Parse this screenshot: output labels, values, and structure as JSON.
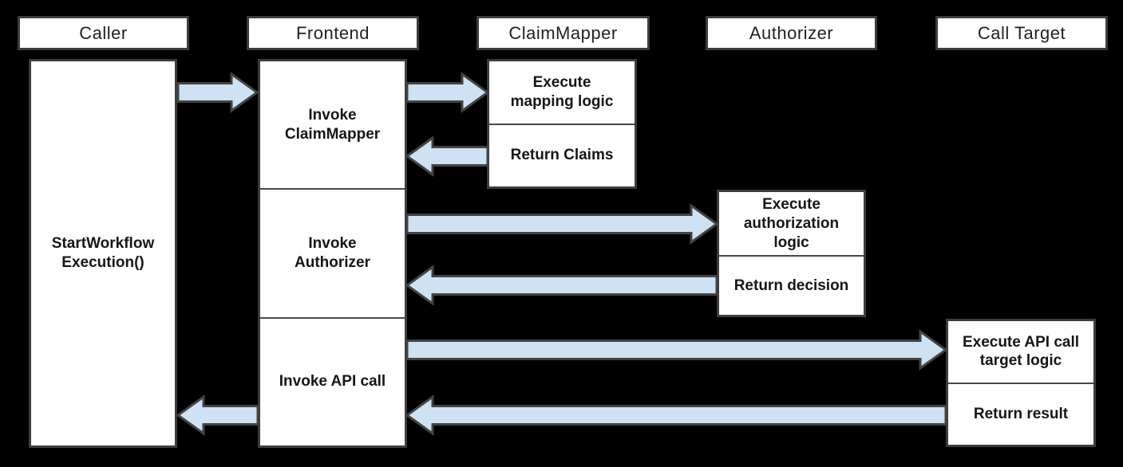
{
  "diagram": {
    "type": "sequence-diagram",
    "background_color": "#000000",
    "box_background": "#ffffff",
    "border_color": "#3d3d3d",
    "arrow_fill": "#cfe2f3",
    "arrow_stroke": "#434343",
    "lanes": [
      {
        "label": "Caller"
      },
      {
        "label": "Frontend"
      },
      {
        "label": "ClaimMapper"
      },
      {
        "label": "Authorizer"
      },
      {
        "label": "Call Target"
      }
    ],
    "activities": {
      "caller": {
        "label": "StartWorkflow\nExecution()"
      },
      "frontend": {
        "steps": [
          "Invoke\nClaimMapper",
          "Invoke\nAuthorizer",
          "Invoke API call"
        ]
      },
      "claimmapper": {
        "steps": [
          "Execute\nmapping logic",
          "Return Claims"
        ]
      },
      "authorizer": {
        "steps": [
          "Execute\nauthorization\nlogic",
          "Return decision"
        ]
      },
      "calltarget": {
        "steps": [
          "Execute API call\ntarget logic",
          "Return result"
        ]
      }
    },
    "arrows": [
      {
        "from": "Caller",
        "to": "Frontend",
        "purpose": "StartWorkflowExecution request"
      },
      {
        "from": "Frontend",
        "to": "ClaimMapper",
        "purpose": "Invoke ClaimMapper"
      },
      {
        "from": "ClaimMapper",
        "to": "Frontend",
        "purpose": "Return Claims"
      },
      {
        "from": "Frontend",
        "to": "Authorizer",
        "purpose": "Invoke Authorizer"
      },
      {
        "from": "Authorizer",
        "to": "Frontend",
        "purpose": "Return decision"
      },
      {
        "from": "Frontend",
        "to": "Call Target",
        "purpose": "Invoke API call"
      },
      {
        "from": "Call Target",
        "to": "Frontend",
        "purpose": "Return result"
      },
      {
        "from": "Frontend",
        "to": "Caller",
        "purpose": "Return result to caller"
      }
    ]
  }
}
